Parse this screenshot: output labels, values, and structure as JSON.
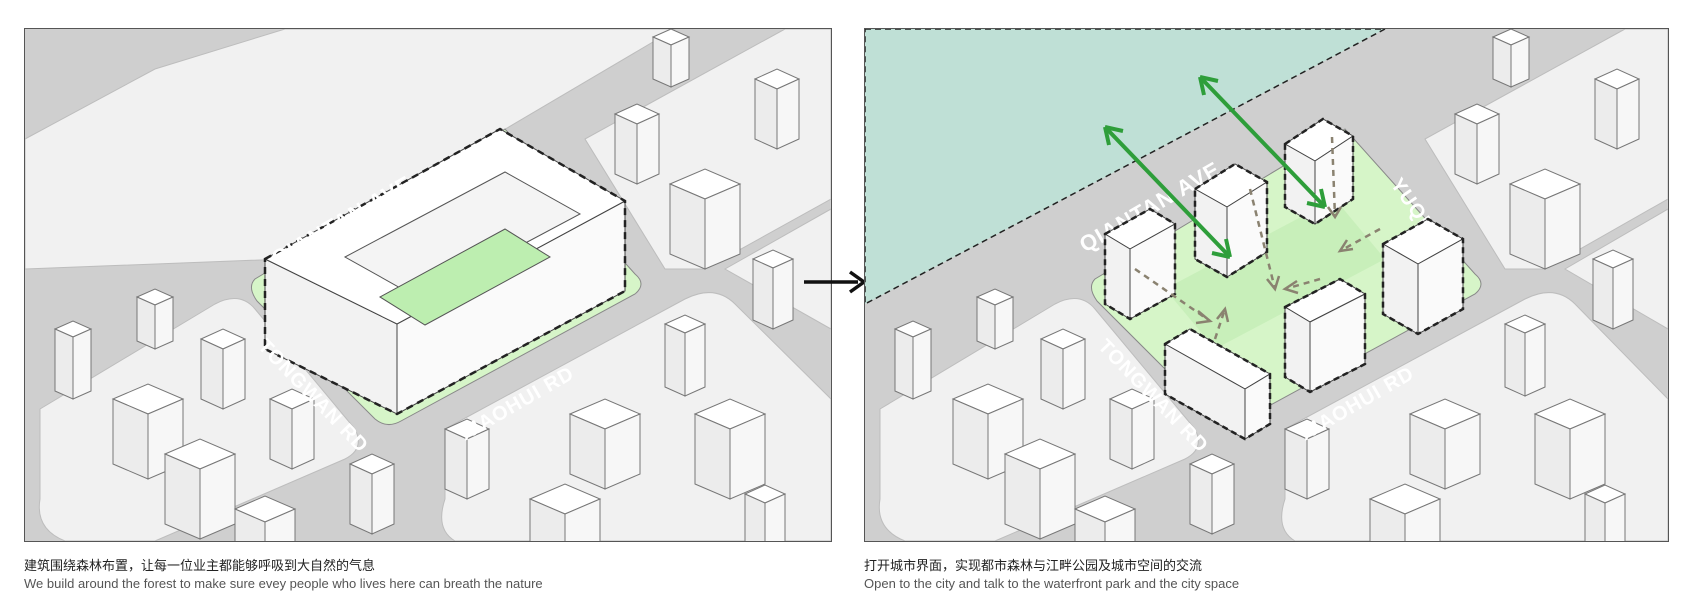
{
  "roads": {
    "qiantan_ave": "QIANTAN AVE",
    "tongwan_rd": "TONGWAN RD",
    "xiaohui_rd": "XIAOHUI RD",
    "right_qiantan_fragment": "QIANTAN AVE",
    "right_yuqiao_fragment": "YUQIAO"
  },
  "captions": {
    "left": {
      "zh": "建筑围绕森林布置，让每一位业主都能够呼吸到大自然的气息",
      "en": "We build around the forest to make sure evey people who lives here can breath the nature"
    },
    "right": {
      "zh": "打开城市界面，实现都市森林与江畔公园及城市空间的交流",
      "en": "Open to the city and talk to the waterfront park and the city space"
    }
  },
  "colors": {
    "road": "#cfcfcf",
    "block": "#f1f1f1",
    "building_top": "#ffffff",
    "building_side": "#ececec",
    "green": "#d6f5c8",
    "green_court": "#bdeeb0",
    "waterfront": "#bfe0d6",
    "arrow_green": "#2e9e3a",
    "arrow_brown": "#8a8270"
  }
}
